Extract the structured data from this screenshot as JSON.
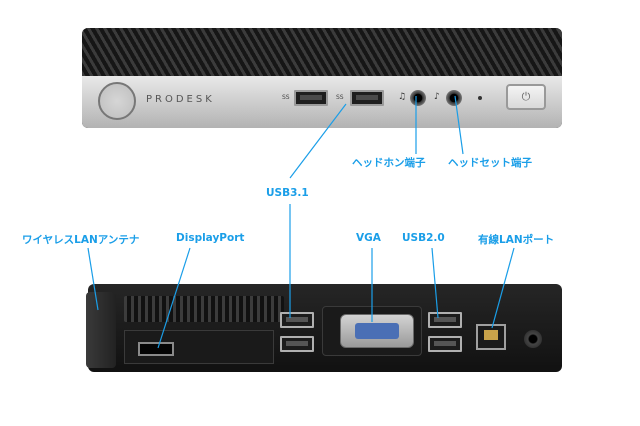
{
  "front": {
    "brand": "PRODESK",
    "usb_label": "SS",
    "headphone_icon": "headphone-icon",
    "headset_icon": "headset-icon",
    "power_icon": "power-icon",
    "power_glyph": "⏻"
  },
  "labels": {
    "headphone": "ヘッドホン端子",
    "headset": "ヘッドセット端子",
    "usb31": "USB3.1",
    "wireless_antenna": "ワイヤレスLANアンテナ",
    "displayport": "DisplayPort",
    "vga": "VGA",
    "usb20": "USB2.0",
    "wired_lan": "有線LANポート"
  },
  "colors": {
    "callout": "#1a9ee8",
    "leader": "#1a9ee8"
  }
}
